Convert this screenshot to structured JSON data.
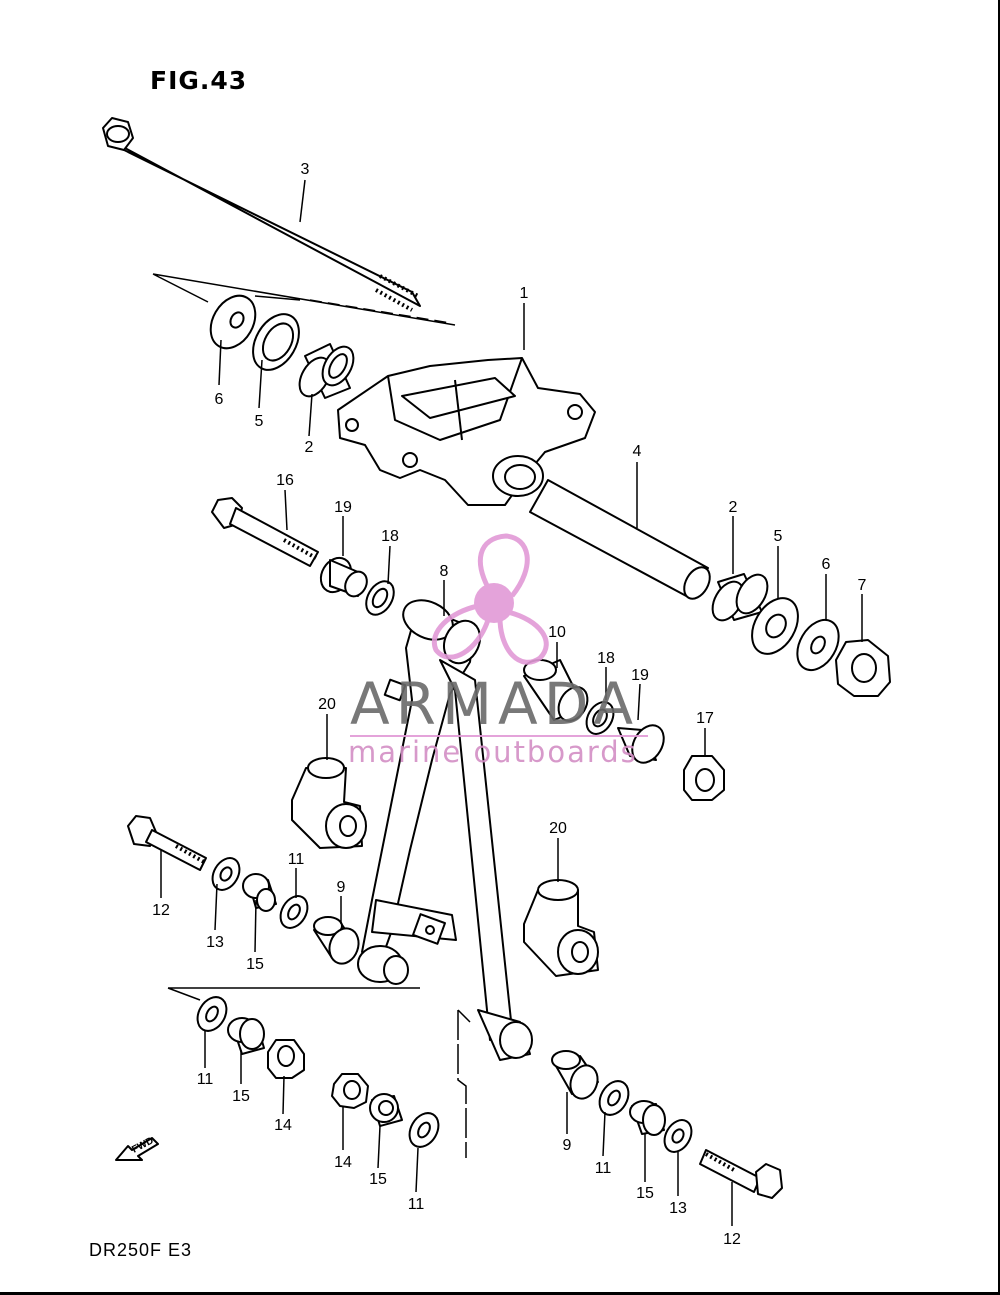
{
  "figure": {
    "title": "FIG.43",
    "model": "DR250F  E3",
    "fwd_mark": "FWD"
  },
  "watermark": {
    "brand": "ARMADA",
    "tagline": "marine outboards",
    "accent": "#e29ad6",
    "text_color": "#6a6a6a"
  },
  "callouts": [
    {
      "num": "3"
    },
    {
      "num": "1"
    },
    {
      "num": "6"
    },
    {
      "num": "5"
    },
    {
      "num": "2"
    },
    {
      "num": "4"
    },
    {
      "num": "2"
    },
    {
      "num": "5"
    },
    {
      "num": "6"
    },
    {
      "num": "7"
    },
    {
      "num": "16"
    },
    {
      "num": "19"
    },
    {
      "num": "18"
    },
    {
      "num": "8"
    },
    {
      "num": "10"
    },
    {
      "num": "18"
    },
    {
      "num": "19"
    },
    {
      "num": "17"
    },
    {
      "num": "20"
    },
    {
      "num": "20"
    },
    {
      "num": "11"
    },
    {
      "num": "9"
    },
    {
      "num": "12"
    },
    {
      "num": "13"
    },
    {
      "num": "15"
    },
    {
      "num": "11"
    },
    {
      "num": "15"
    },
    {
      "num": "14"
    },
    {
      "num": "14"
    },
    {
      "num": "15"
    },
    {
      "num": "11"
    },
    {
      "num": "9"
    },
    {
      "num": "11"
    },
    {
      "num": "15"
    },
    {
      "num": "13"
    },
    {
      "num": "12"
    }
  ]
}
